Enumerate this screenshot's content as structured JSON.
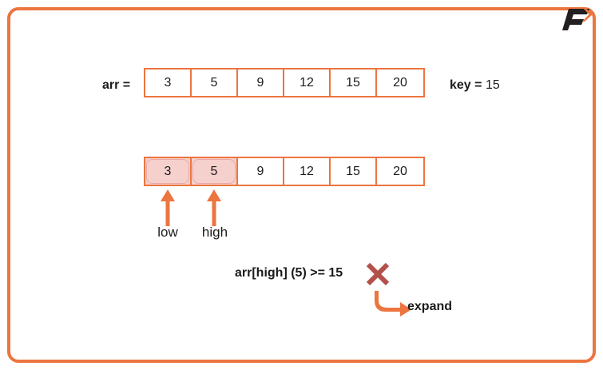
{
  "page": {
    "title": "Exponential (Unbounded) Binary Search - expand step",
    "border_color": "#ec7540",
    "background": "#ffffff"
  },
  "logo": {
    "name": "logo-f-arrow",
    "letter": "F",
    "letter_color": "#231f20",
    "accent_color": "#ec7540"
  },
  "row1": {
    "label": "arr =",
    "cells": [
      {
        "value": "3",
        "highlighted": false
      },
      {
        "value": "5",
        "highlighted": false
      },
      {
        "value": "9",
        "highlighted": false
      },
      {
        "value": "12",
        "highlighted": false
      },
      {
        "value": "15",
        "highlighted": false
      },
      {
        "value": "20",
        "highlighted": false
      }
    ]
  },
  "key": {
    "label": "key =",
    "value": "15"
  },
  "row2": {
    "cells": [
      {
        "value": "3",
        "highlighted": true
      },
      {
        "value": "5",
        "highlighted": true
      },
      {
        "value": "9",
        "highlighted": false
      },
      {
        "value": "12",
        "highlighted": false
      },
      {
        "value": "15",
        "highlighted": false
      },
      {
        "value": "20",
        "highlighted": false
      }
    ],
    "highlight_fill": "#f6d0cd",
    "highlight_border": "#e8a9a4"
  },
  "pointers": [
    {
      "name": "low",
      "label": "low",
      "index": 0,
      "color": "#ec7540"
    },
    {
      "name": "high",
      "label": "high",
      "index": 1,
      "color": "#ec7540"
    }
  ],
  "condition": {
    "text": "arr[high] (5) >= 15",
    "result": "false",
    "mark": "x-mark",
    "mark_color": "#b2504a"
  },
  "action": {
    "label": "expand",
    "arrow_color": "#ec7540"
  }
}
